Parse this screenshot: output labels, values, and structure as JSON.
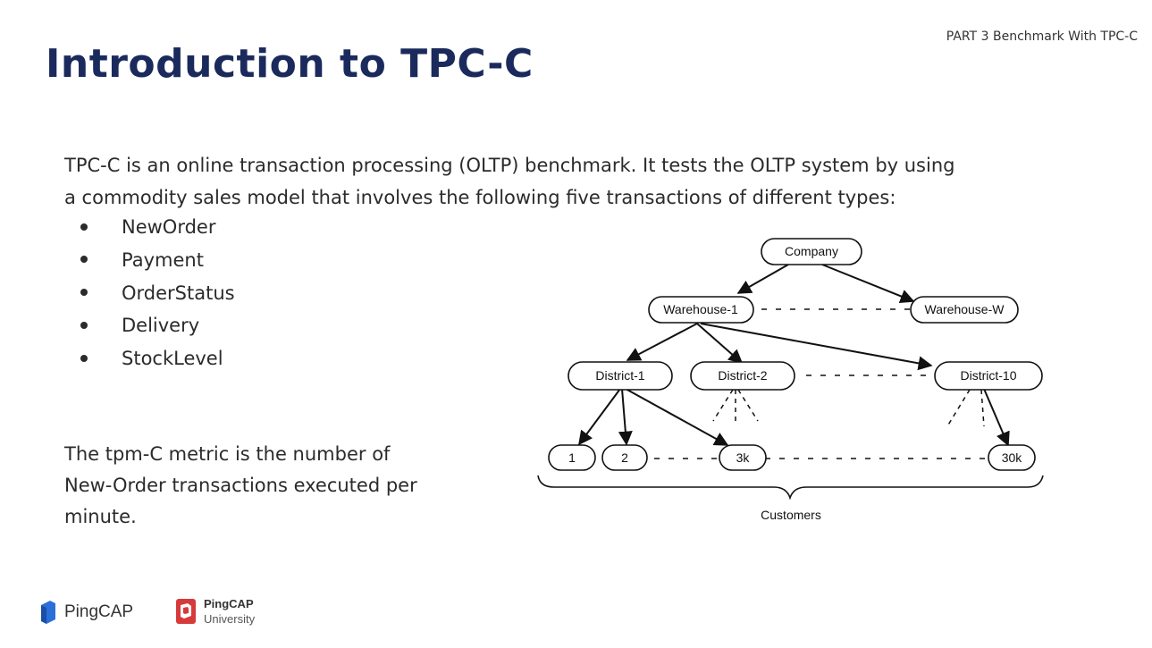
{
  "header": {
    "section_label": "PART 3 Benchmark With TPC-C",
    "title": "Introduction to TPC-C"
  },
  "body": {
    "intro_line1": "TPC-C is an online transaction processing (OLTP) benchmark. It tests the OLTP system by using",
    "intro_line2": "a commodity sales model that involves the following five transactions of different types:",
    "transactions": [
      "NewOrder",
      "Payment",
      "OrderStatus",
      "Delivery",
      "StockLevel"
    ],
    "metric_line1": "The tpm-C metric is the number of",
    "metric_line2": "New-Order transactions executed per",
    "metric_line3": "minute."
  },
  "diagram": {
    "root": "Company",
    "warehouses": [
      "Warehouse-1",
      "Warehouse-W"
    ],
    "districts": [
      "District-1",
      "District-2",
      "District-10"
    ],
    "customers": [
      "1",
      "2",
      "3k",
      "30k"
    ],
    "group_label": "Customers"
  },
  "footer": {
    "logo1_text": "PingCAP",
    "logo2_name": "PingCAP",
    "logo2_sub": "University"
  },
  "colors": {
    "title": "#1b2a5c",
    "text": "#2b2b2b",
    "logo_blue": "#2b6fd8",
    "logo_red": "#d63a3a"
  }
}
